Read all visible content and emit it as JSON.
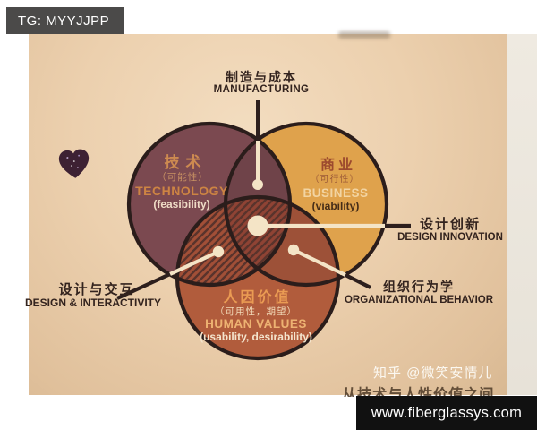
{
  "overlays": {
    "tg_badge": "TG: MYYJJPP",
    "zhihu_watermark": "知乎 @微笑安情儿",
    "partial_caption": "从技术与人性价值之间",
    "url_bar": "www.fiberglassys.com"
  },
  "diagram": {
    "top_callout": {
      "zh": "制造与成本",
      "en": "MANUFACTURING"
    },
    "circles": [
      {
        "id": "technology",
        "zh": "技术",
        "zh_sub": "（可能性）",
        "en": "TECHNOLOGY",
        "en_sub": "(feasibility)"
      },
      {
        "id": "business",
        "zh": "商业",
        "zh_sub": "（可行性）",
        "en": "BUSINESS",
        "en_sub": "(viability)"
      },
      {
        "id": "human_values",
        "zh": "人因价值",
        "zh_sub": "（可用性，期望）",
        "en": "HUMAN VALUES",
        "en_sub": "(usability, desirability)"
      }
    ],
    "callouts": [
      {
        "id": "design_innovation",
        "zh": "设计创新",
        "en": "DESIGN INNOVATION"
      },
      {
        "id": "design_interactivity",
        "zh": "设计与交互",
        "en": "DESIGN & INTERACTIVITY"
      },
      {
        "id": "organizational_behavior",
        "zh": "组织行为学",
        "en": "ORGANIZATIONAL BEHAVIOR"
      }
    ],
    "colors": {
      "paper_background": "#ecd0ae",
      "technology_fill": "#7b4950",
      "business_fill": "#dfa24c",
      "human_values_fill": "#b15c3c",
      "tech_business_overlap": "#6f4349",
      "business_human_overlap": "#9d5138",
      "hatch_base": "#a14f37",
      "hatch_stripe": "#59332c",
      "circle_outline": "#2b1d1b",
      "cream_accent": "#f4e4c6",
      "dark_line": "#2d1f1d",
      "tg_badge_bg": "#4b4a49",
      "url_bar_bg": "#111111"
    }
  }
}
